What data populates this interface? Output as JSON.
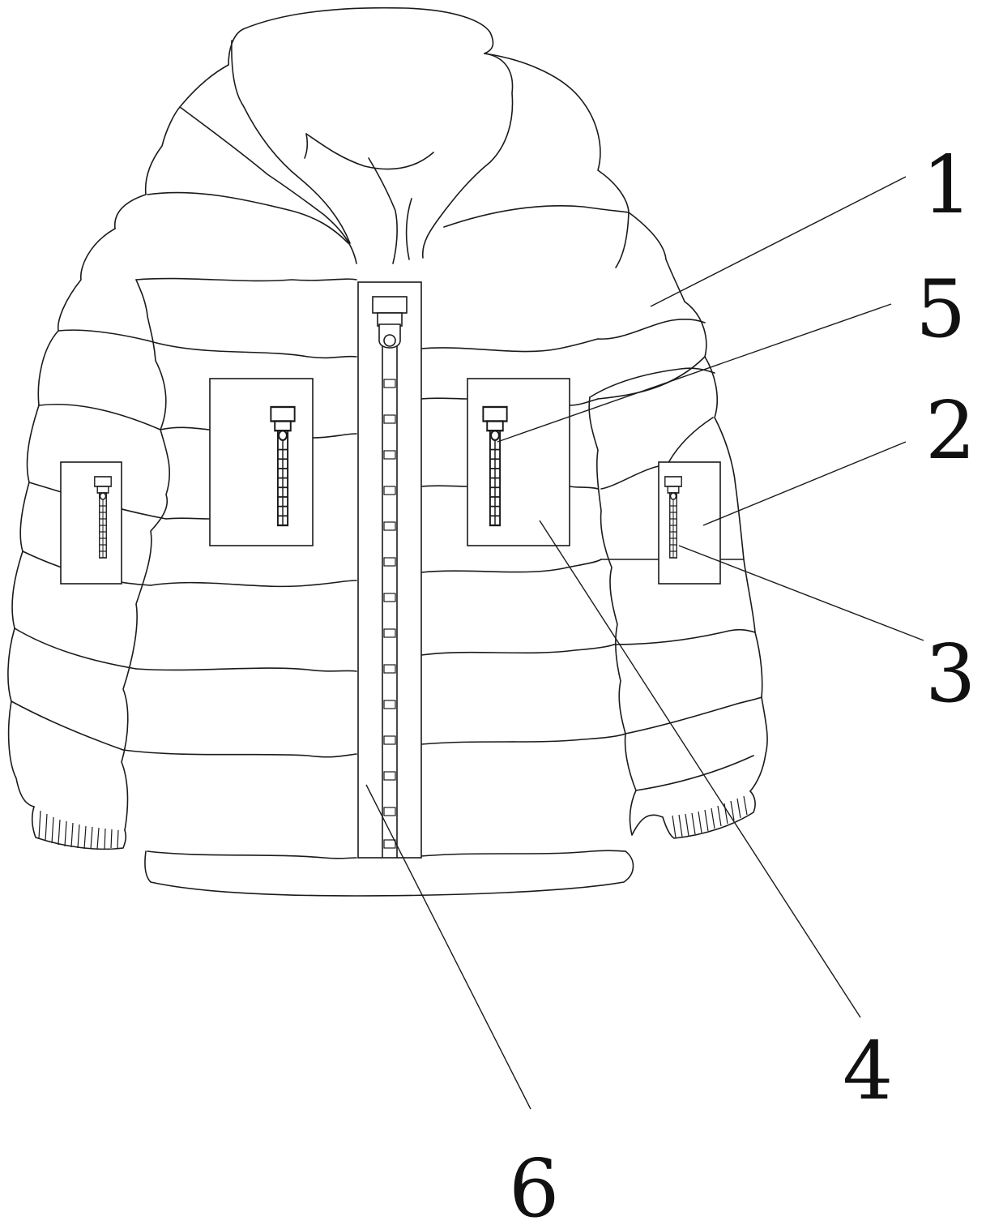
{
  "labels": {
    "one": "1",
    "five": "5",
    "two": "2",
    "three": "3",
    "four": "4",
    "six": "6"
  }
}
